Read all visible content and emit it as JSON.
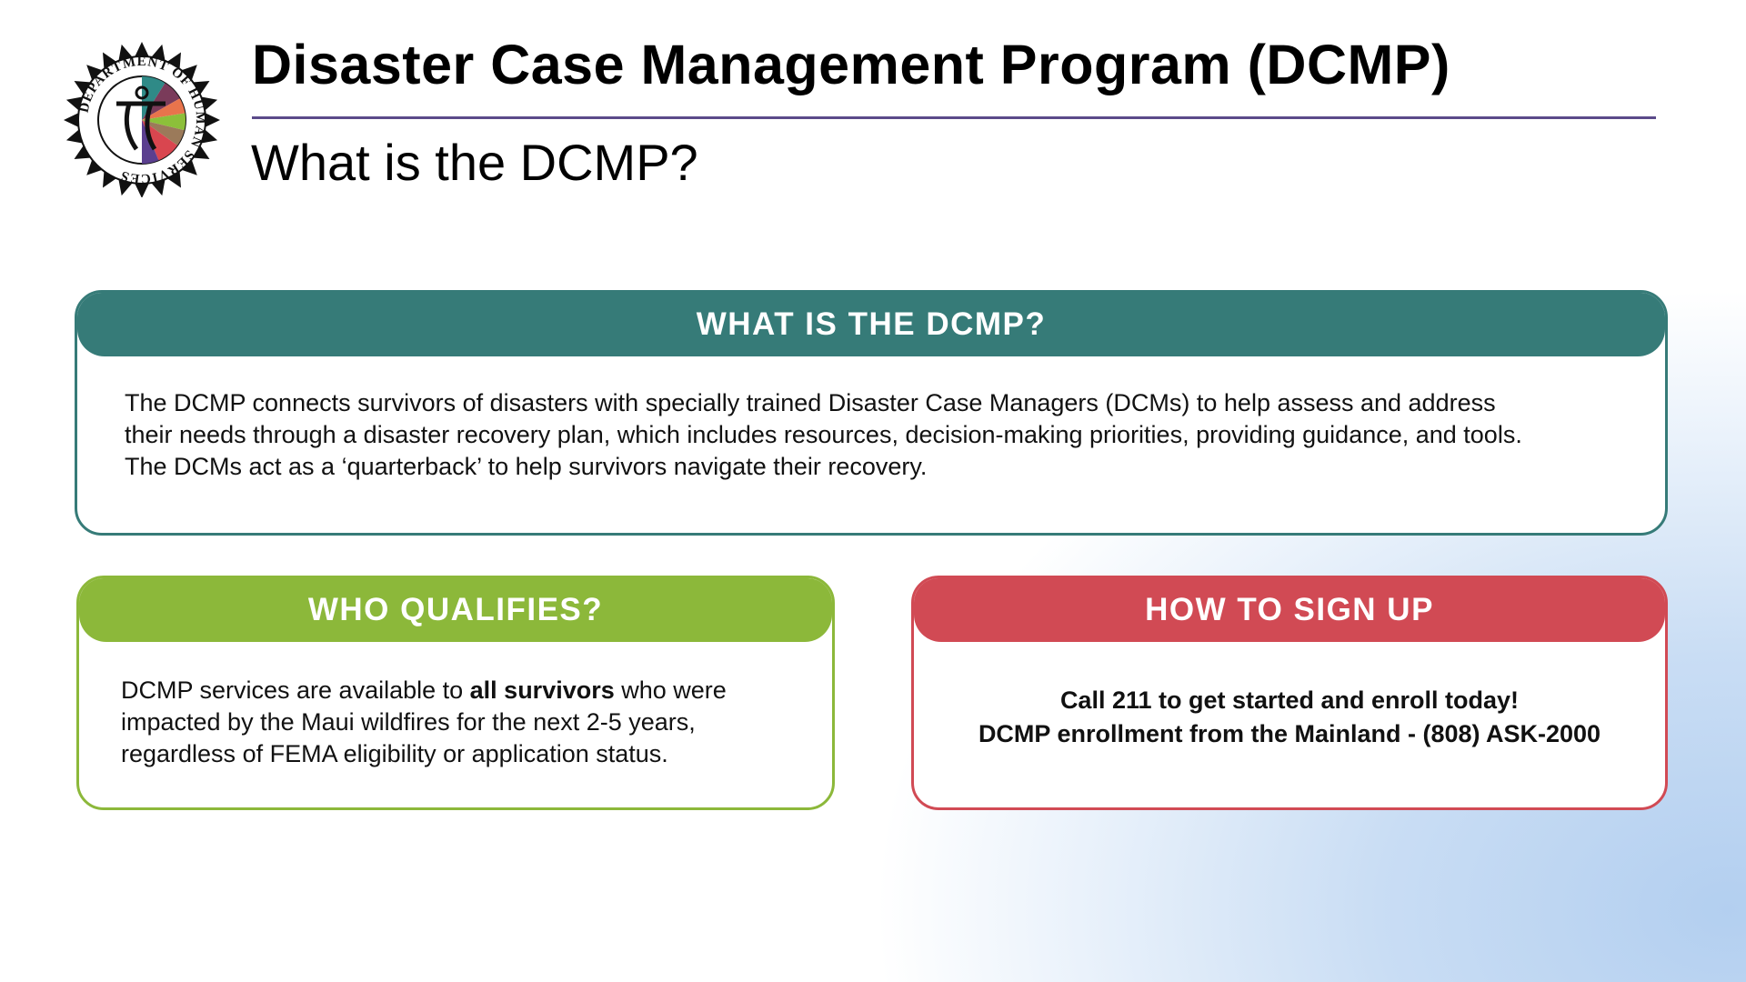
{
  "logo": {
    "text": "DEPARTMENT OF HUMAN SERVICES"
  },
  "header": {
    "title": "Disaster Case Management Program (DCMP)",
    "subtitle": "What is the DCMP?"
  },
  "what": {
    "heading": "WHAT IS THE DCMP?",
    "lines": [
      "The DCMP connects survivors of disasters with specially trained Disaster Case Managers (DCMs) to help assess and address",
      "their needs through a disaster recovery plan, which includes resources, decision-making priorities, providing guidance, and tools.",
      "The DCMs act as a ‘quarterback’ to help survivors navigate their recovery."
    ]
  },
  "qualifies": {
    "heading": "WHO QUALIFIES?",
    "pre": "DCMP services are available to ",
    "bold": "all survivors",
    "post": " who were",
    "lines": [
      "impacted by the Maui wildfires for the next 2-5 years,",
      "regardless of FEMA eligibility or application status."
    ]
  },
  "signup": {
    "heading": "HOW TO SIGN UP",
    "lines": [
      "Call 211 to get started and enroll today!",
      "DCMP enrollment from the Mainland - (808) ASK-2000"
    ]
  },
  "colors": {
    "teal": "#367b78",
    "green": "#8cb83a",
    "red": "#d14a54",
    "rule": "#5b4b8a"
  }
}
